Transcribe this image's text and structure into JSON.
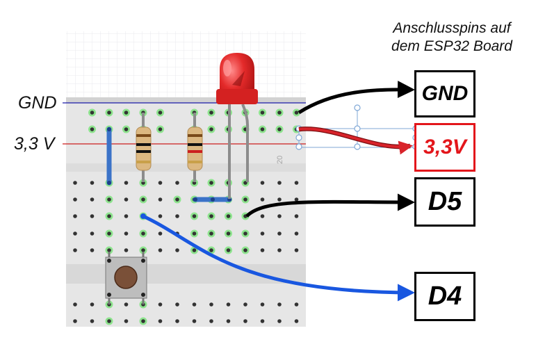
{
  "title_line1": "Anschlusspins auf",
  "title_line2": "dem ESP32 Board",
  "rail_labels": {
    "gnd": "GND",
    "vcc": "3,3 V"
  },
  "breadboard_marking": "20",
  "pins": [
    {
      "label": "GND",
      "color": "#000000"
    },
    {
      "label": "3,3V",
      "color": "#e3161b"
    },
    {
      "label": "D5",
      "color": "#000000"
    },
    {
      "label": "D4",
      "color": "#000000"
    }
  ],
  "colors": {
    "board": "#e6e6e6",
    "wire_black": "#000000",
    "wire_red": "#d8232a",
    "wire_blue": "#1957e0",
    "gnd_line": "#1a1aa8",
    "vcc_line": "#cc1f1f",
    "led": "#e42a2a",
    "jumper": "#3b73c8"
  }
}
